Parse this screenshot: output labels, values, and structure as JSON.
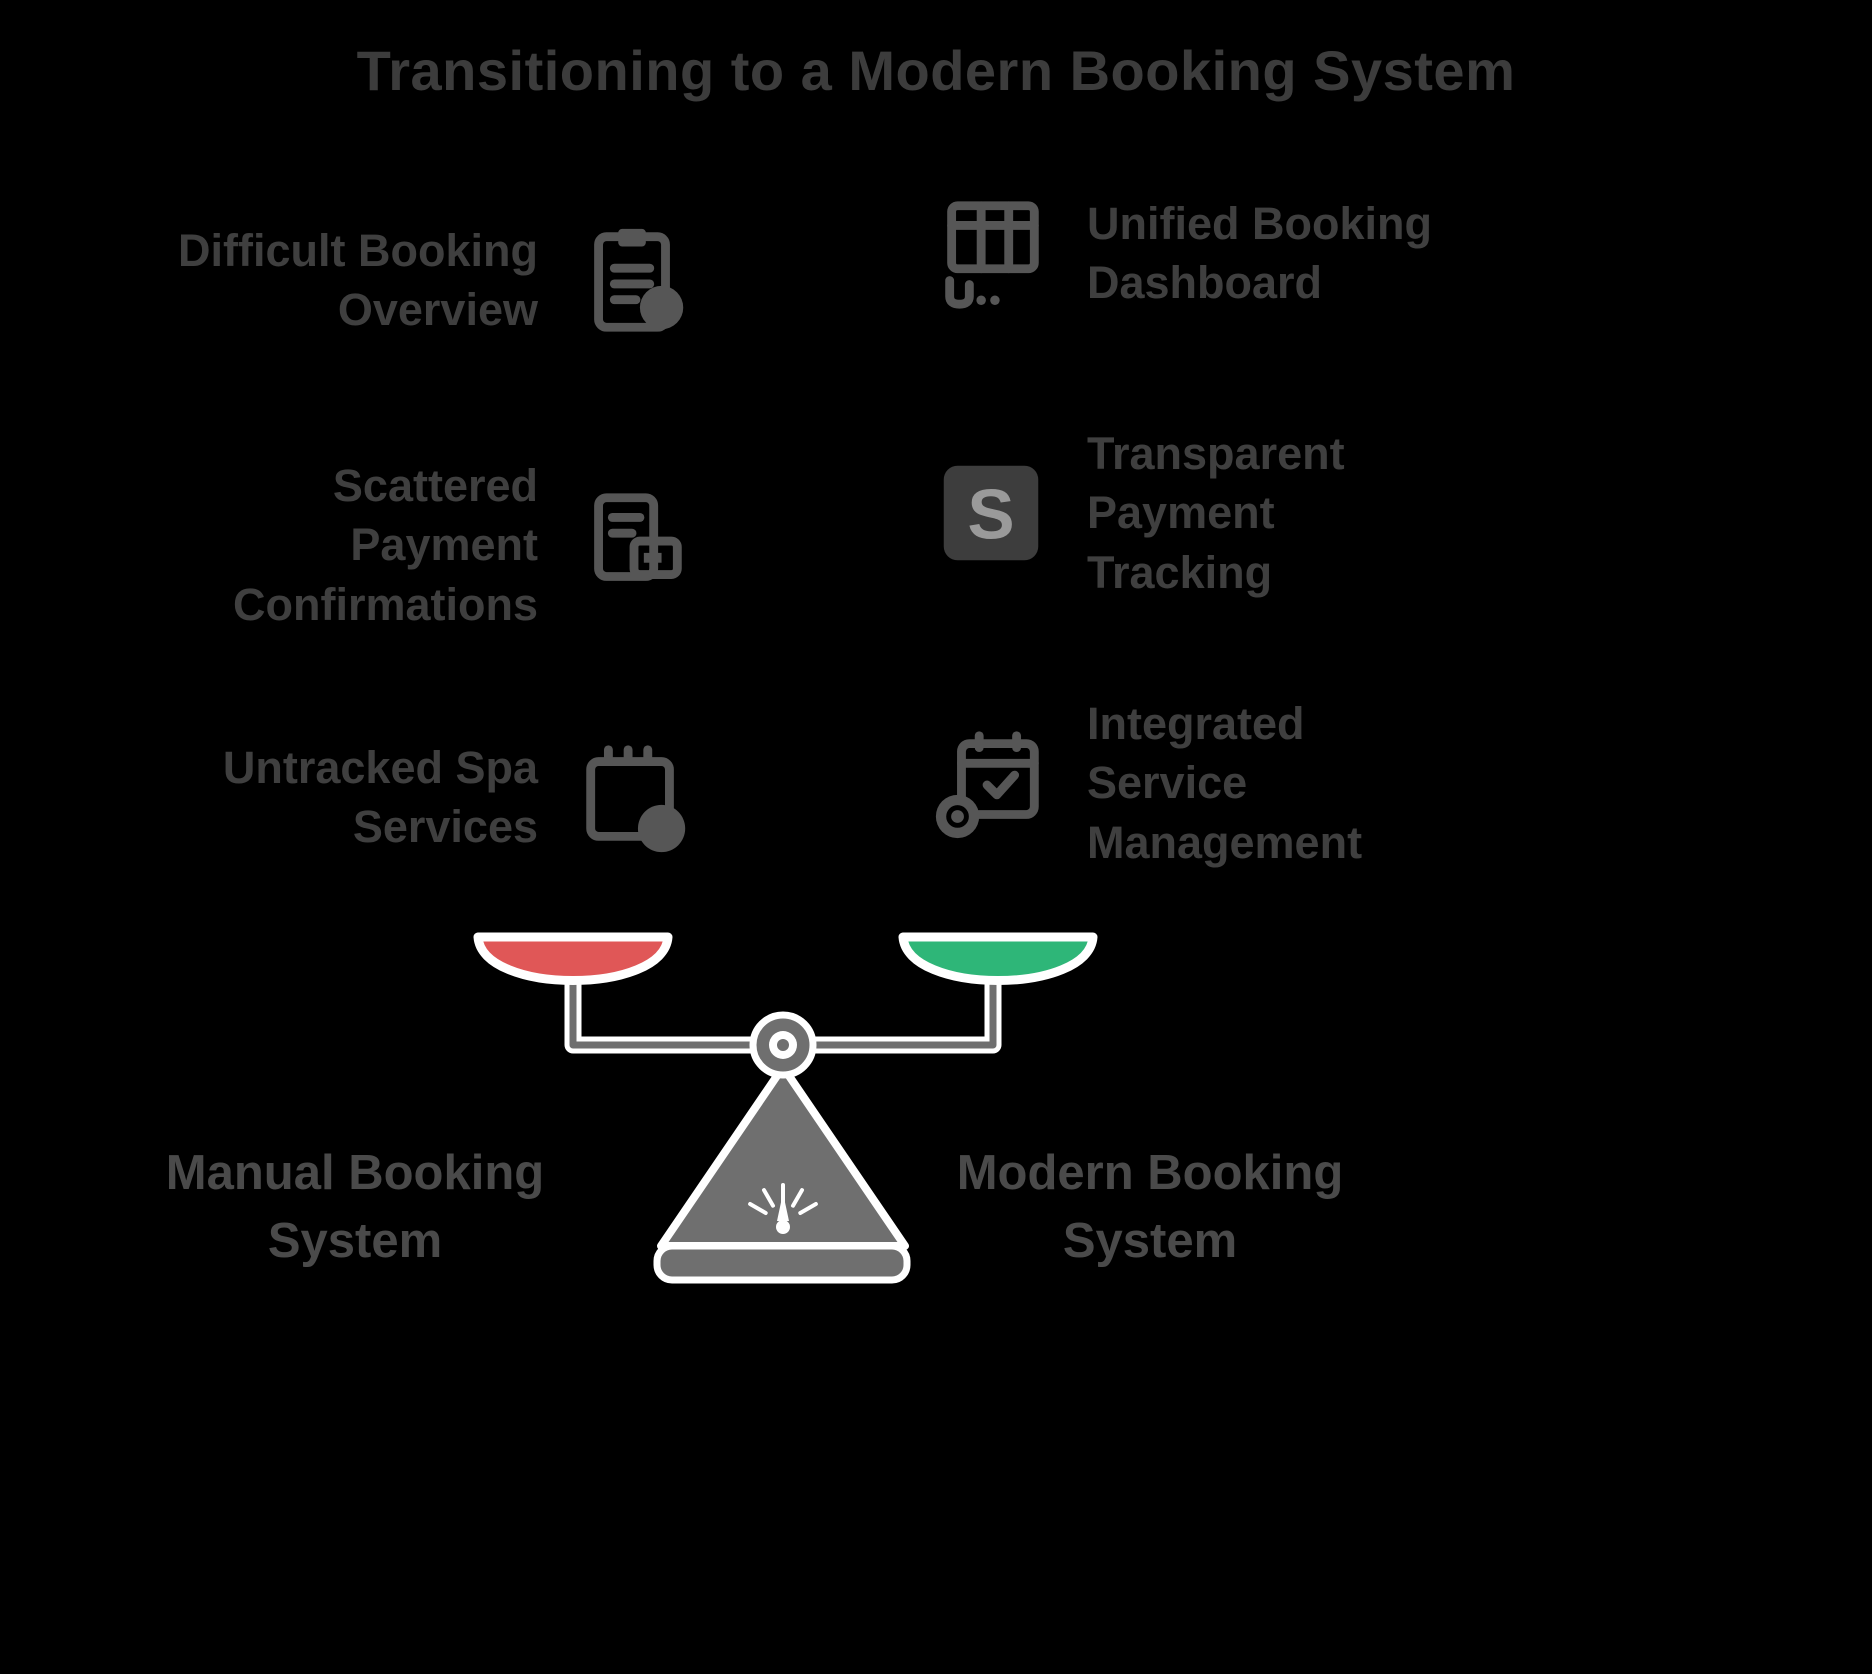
{
  "title": "Transitioning to a Modern Booking System",
  "colors": {
    "background": "#000000",
    "heading_text": "#3c3c3c",
    "item_text": "#3f3f3f",
    "icon_gray": "#565656",
    "scale_body": "#6f6f6f",
    "scale_outline": "#ffffff",
    "left_pan": "#e05757",
    "right_pan": "#2eb678"
  },
  "left_column": {
    "items": [
      {
        "label": "Difficult Booking\nOverview",
        "icon": "clipboard-overview-icon"
      },
      {
        "label": "Scattered\nPayment\nConfirmations",
        "icon": "payment-confirmations-icon"
      },
      {
        "label": "Untracked Spa\nServices",
        "icon": "spa-calendar-icon"
      }
    ]
  },
  "right_column": {
    "items": [
      {
        "label": "Unified Booking\nDashboard",
        "icon": "booking-dashboard-icon"
      },
      {
        "label": "Transparent\nPayment\nTracking",
        "icon": "payment-tracking-icon"
      },
      {
        "label": "Integrated\nService\nManagement",
        "icon": "service-integration-icon"
      }
    ]
  },
  "scale": {
    "left_label": "Manual Booking\nSystem",
    "right_label": "Modern Booking\nSystem"
  }
}
